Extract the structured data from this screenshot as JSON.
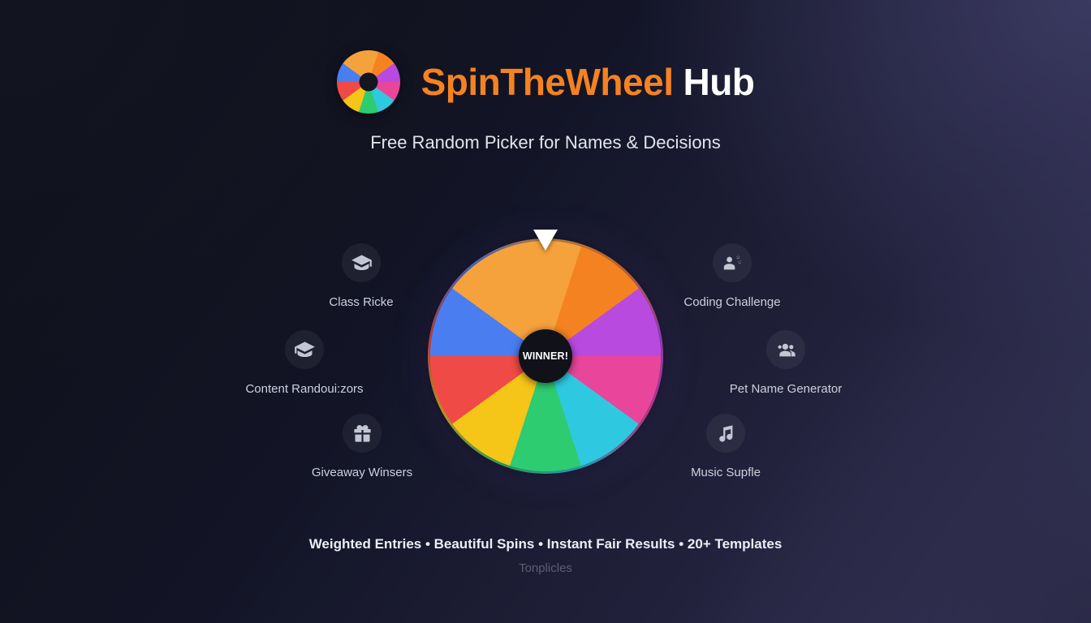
{
  "brand": {
    "title_accent": "SpinTheWheel",
    "title_rest": "Hub",
    "tagline": "Free Random Picker for Names & Decisions",
    "accent_color": "#f58220",
    "logo_icon": "wheel-icon"
  },
  "wheel": {
    "hub_label": "WINNER!",
    "pointer_icon": "pointer-triangle-icon",
    "segment_count": 10,
    "segment_colors": [
      "#7c5ce0",
      "#f58220",
      "#b84ae0",
      "#e9459b",
      "#2ec9e0",
      "#2ecc71",
      "#f5c518",
      "#ef4a45",
      "#4a7ef0",
      "#f5a23c"
    ]
  },
  "categories": {
    "left": [
      {
        "label": "Class Ricke",
        "icon": "graduation-cap-icon"
      },
      {
        "label": "Content Randoui:zors",
        "icon": "graduation-cap-icon"
      },
      {
        "label": "Giveaway Winsers",
        "icon": "gift-icon"
      }
    ],
    "right": [
      {
        "label": "Coding Challenge",
        "icon": "person-gears-icon"
      },
      {
        "label": "Pet Name Generator",
        "icon": "people-group-icon"
      },
      {
        "label": "Music Supfle",
        "icon": "music-note-icon"
      }
    ]
  },
  "footer": {
    "features": "Weighted Entries • Beautiful Spins • Instant Fair Results • 20+ Templates",
    "sub": "Tonplicles"
  }
}
